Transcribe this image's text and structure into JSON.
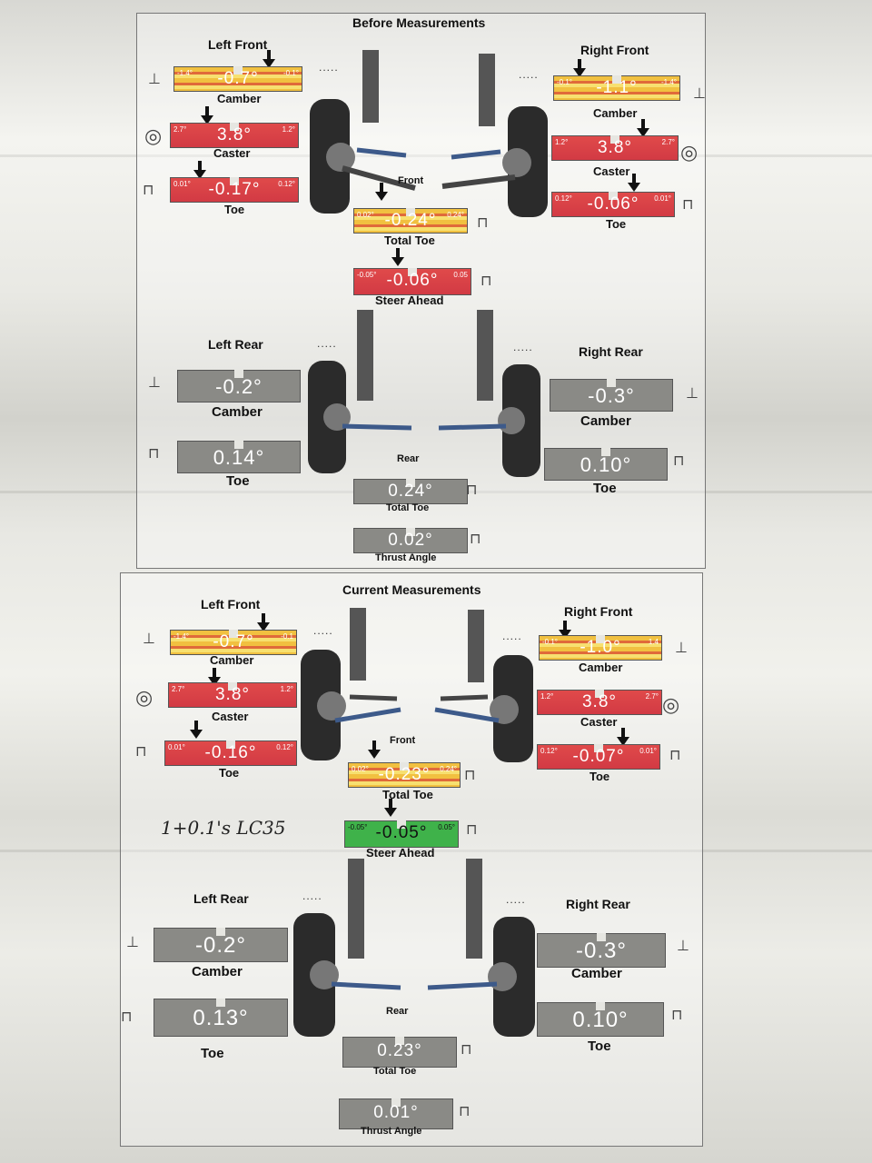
{
  "before": {
    "title": "Before Measurements",
    "left_front": {
      "label": "Left Front",
      "camber": "-0.7°",
      "camber_min": "-1.4°",
      "camber_max": "-0.1°",
      "caster": "3.8°",
      "caster_min": "2.7°",
      "caster_max": "1.2°",
      "toe": "-0.17°",
      "toe_min": "0.01°",
      "toe_max": "0.12°"
    },
    "right_front": {
      "label": "Right Front",
      "camber": "-1.1°",
      "camber_min": "-0.1°",
      "camber_max": "-1.4°",
      "caster": "3.8°",
      "caster_min": "1.2°",
      "caster_max": "2.7°",
      "toe": "-0.06°",
      "toe_min": "0.12°",
      "toe_max": "0.01°"
    },
    "front_label": "Front",
    "total_toe": {
      "value": "-0.24°",
      "min": "0.02°",
      "max": "0.24°",
      "label": "Total Toe"
    },
    "steer_ahead": {
      "value": "-0.06°",
      "min": "-0.05°",
      "max": "0.05",
      "label": "Steer Ahead"
    },
    "left_rear": {
      "label": "Left Rear",
      "camber": "-0.2°",
      "toe": "0.14°"
    },
    "right_rear": {
      "label": "Right Rear",
      "camber": "-0.3°",
      "toe": "0.10°"
    },
    "rear_label": "Rear",
    "rear_total_toe": {
      "value": "0.24°",
      "label": "Total Toe"
    },
    "thrust": {
      "value": "0.02°",
      "label": "Thrust Angle"
    }
  },
  "current": {
    "title": "Current Measurements",
    "left_front": {
      "label": "Left Front",
      "camber": "-0.7°",
      "camber_min": "-1.4°",
      "camber_max": "-0.1",
      "caster": "3.8°",
      "caster_min": "2.7°",
      "caster_max": "1.2°",
      "toe": "-0.16°",
      "toe_min": "0.01°",
      "toe_max": "0.12°"
    },
    "right_front": {
      "label": "Right Front",
      "camber": "-1.0°",
      "camber_min": "-0.1°",
      "camber_max": "1.4",
      "caster": "3.8°",
      "caster_min": "1.2°",
      "caster_max": "2.7°",
      "toe": "-0.07°",
      "toe_min": "0.12°",
      "toe_max": "0.01°"
    },
    "front_label": "Front",
    "total_toe": {
      "value": "-0.23°",
      "min": "0.02°",
      "max": "0.24°",
      "label": "Total Toe"
    },
    "steer_ahead": {
      "value": "-0.05°",
      "min": "-0.05°",
      "max": "0.05°",
      "label": "Steer Ahead"
    },
    "left_rear": {
      "label": "Left Rear",
      "camber": "-0.2°",
      "toe": "0.13°"
    },
    "right_rear": {
      "label": "Right Rear",
      "camber": "-0.3°",
      "toe": "0.10°"
    },
    "rear_label": "Rear",
    "rear_total_toe": {
      "value": "0.23°",
      "label": "Total Toe"
    },
    "thrust": {
      "value": "0.01°",
      "label": "Thrust Angle"
    }
  },
  "common": {
    "camber": "Camber",
    "caster": "Caster",
    "toe": "Toe",
    "dots": "....."
  },
  "handwriting": "1+0.1's LC35",
  "colors": {
    "red": "#d23a44",
    "yellow": "#f1c040",
    "green": "#3fb24a",
    "gray": "#8a8a86"
  }
}
